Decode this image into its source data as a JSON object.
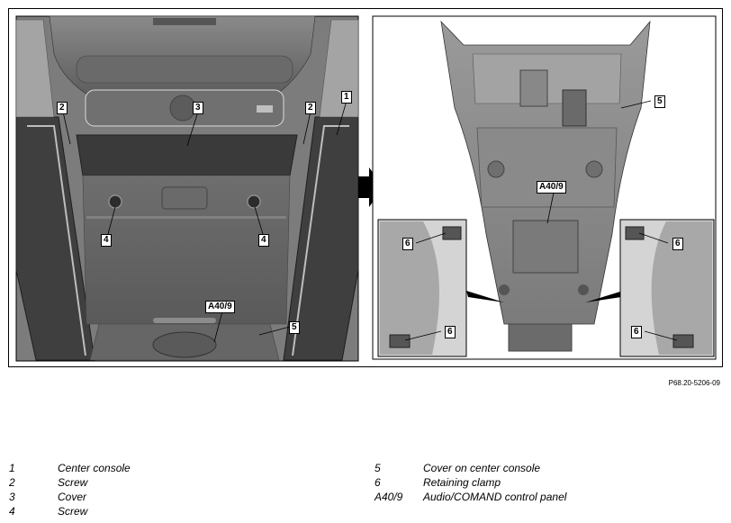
{
  "figure": {
    "code": "P68.20-5206-09",
    "left_callouts": {
      "c1": "1",
      "c2a": "2",
      "c2b": "2",
      "c3": "3",
      "c4a": "4",
      "c4b": "4",
      "c5": "5",
      "a40": "A40/9"
    },
    "right_callouts": {
      "c5": "5",
      "a40": "A40/9",
      "c6a": "6",
      "c6b": "6",
      "c6c": "6",
      "c6d": "6"
    }
  },
  "legend": {
    "left": [
      {
        "num": "1",
        "text": "Center console"
      },
      {
        "num": "2",
        "text": "Screw"
      },
      {
        "num": "3",
        "text": "Cover"
      },
      {
        "num": "4",
        "text": "Screw"
      }
    ],
    "right": [
      {
        "num": "5",
        "text": "Cover on center console"
      },
      {
        "num": "6",
        "text": "Retaining clamp"
      },
      {
        "num": "A40/9",
        "text": "Audio/COMAND control panel"
      }
    ]
  }
}
